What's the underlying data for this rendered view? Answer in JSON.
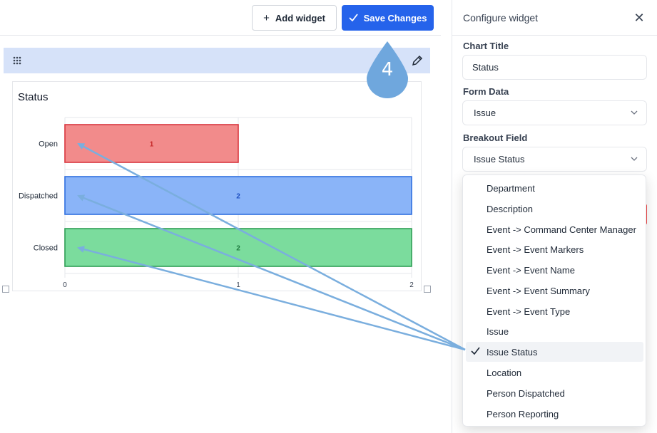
{
  "toolbar": {
    "add_label": "Add widget",
    "save_label": "Save Changes"
  },
  "step_marker": "4",
  "widget": {
    "chart_title": "Status"
  },
  "chart_data": {
    "type": "bar",
    "orientation": "horizontal",
    "title": "Status",
    "categories": [
      "Open",
      "Dispatched",
      "Closed"
    ],
    "values": [
      1,
      2,
      2
    ],
    "colors": [
      "#f28b8b",
      "#8ab4f8",
      "#7bdc9d"
    ],
    "border_colors": [
      "#d9363e",
      "#2f6fe0",
      "#2f9e55"
    ],
    "label_colors": [
      "#c62828",
      "#1e4fc2",
      "#1f7a3f"
    ],
    "xlim": [
      0,
      2
    ],
    "xticks": [
      "0",
      "1",
      "2"
    ],
    "grid": true
  },
  "panel": {
    "title": "Configure widget",
    "close_icon": "close-icon",
    "fields": {
      "chart_title_label": "Chart Title",
      "chart_title_value": "Status",
      "form_data_label": "Form Data",
      "form_data_value": "Issue",
      "breakout_label": "Breakout Field",
      "breakout_value": "Issue Status"
    }
  },
  "dropdown": {
    "options": [
      "Department",
      "Description",
      "Event -> Command Center Manager",
      "Event -> Event Markers",
      "Event -> Event Name",
      "Event -> Event Summary",
      "Event -> Event Type",
      "Issue",
      "Issue Status",
      "Location",
      "Person Dispatched",
      "Person Reporting"
    ],
    "selected": "Issue Status"
  },
  "colors": {
    "accent": "#2563eb",
    "widget_header": "#d6e2f9",
    "annotation": "#7aaede"
  }
}
